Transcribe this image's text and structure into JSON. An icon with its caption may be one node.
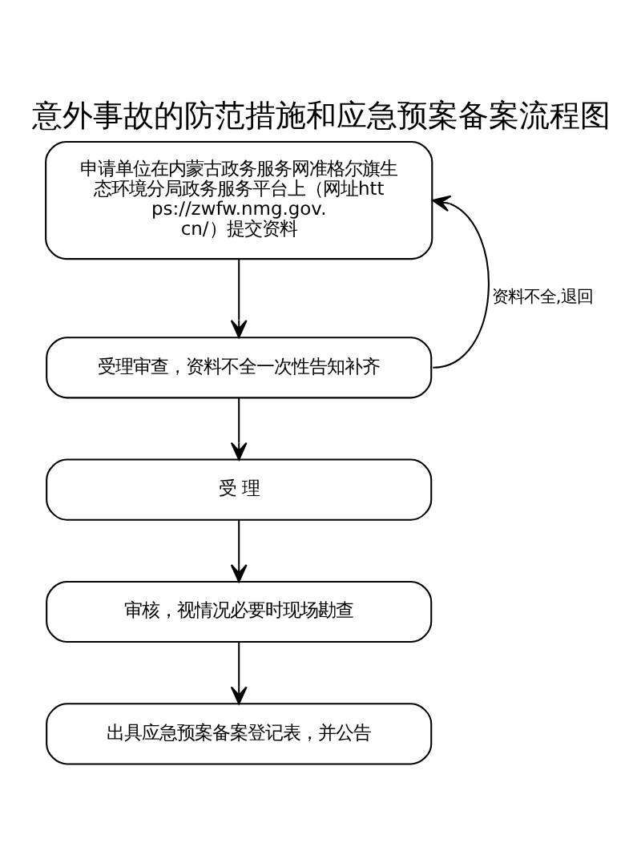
{
  "diagram": {
    "title": "意外事故的防范措施和应急预案备案流程图",
    "nodes": [
      {
        "text": [
          "申请单位在内蒙古政务服务网准格尔旗生态环境分局政务服务平台上（网址https://zwfw.nmg.gov.cn/）提交资料"
        ]
      },
      {
        "text": [
          "受理审查，资料不全一次性告知补齐"
        ]
      },
      {
        "text": [
          "受 理"
        ]
      },
      {
        "text": [
          "审核，视情况必要时现场勘查"
        ]
      },
      {
        "text": [
          "出具应急预案备案登记表，并公告"
        ]
      }
    ],
    "edges": [
      {
        "from": 0,
        "to": 1,
        "arrow": "to"
      },
      {
        "from": 1,
        "to": 0,
        "arrow": "to",
        "label": "资料不全,退回"
      },
      {
        "from": 1,
        "to": 2,
        "arrow": "to"
      },
      {
        "from": 2,
        "to": 3,
        "arrow": "to"
      },
      {
        "from": 3,
        "to": 4,
        "arrow": "to"
      }
    ]
  }
}
